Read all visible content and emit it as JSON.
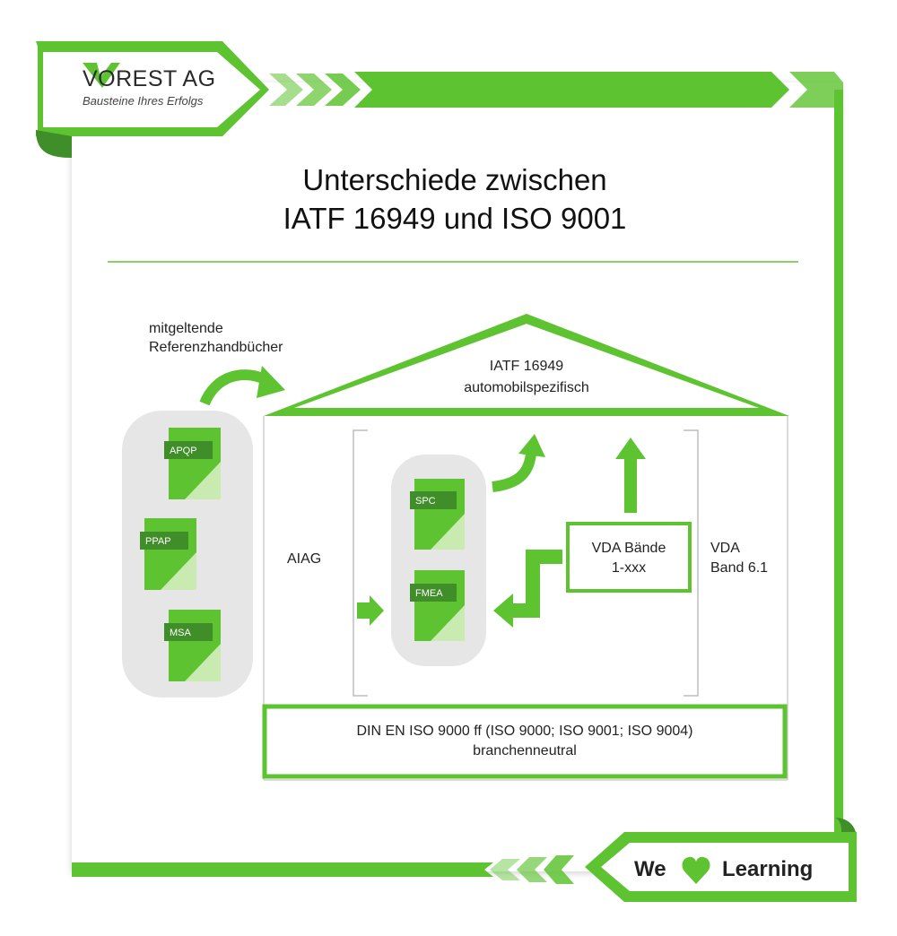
{
  "logo": {
    "name": "VOREST AG",
    "tagline": "Bausteine Ihres Erfolgs"
  },
  "title": {
    "line1": "Unterschiede zwischen",
    "line2": "IATF 16949 und ISO 9001"
  },
  "reference_manuals_label": {
    "line1": "mitgeltende",
    "line2": "Referenzhandbücher"
  },
  "roof": {
    "line1": "IATF 16949",
    "line2": "automobilspezifisch"
  },
  "left_documents": [
    "APQP",
    "PPAP",
    "MSA"
  ],
  "center_documents": [
    "SPC",
    "FMEA"
  ],
  "aiag_label": "AIAG",
  "vda_baende": {
    "line1": "VDA Bände",
    "line2": "1-xxx"
  },
  "vda_band": {
    "line1": "VDA",
    "line2": "Band 6.1"
  },
  "foundation": {
    "line1": "DIN EN ISO 9000 ff (ISO 9000; ISO 9001; ISO 9004)",
    "line2": "branchenneutral"
  },
  "footer": {
    "we": "We",
    "learning": "Learning",
    "heart_icon": "heart-icon"
  },
  "colors": {
    "green": "#5ec331",
    "light_green": "#c9eab0",
    "dark_green": "#3f8e2a",
    "gray_panel": "#e6e6e6"
  }
}
